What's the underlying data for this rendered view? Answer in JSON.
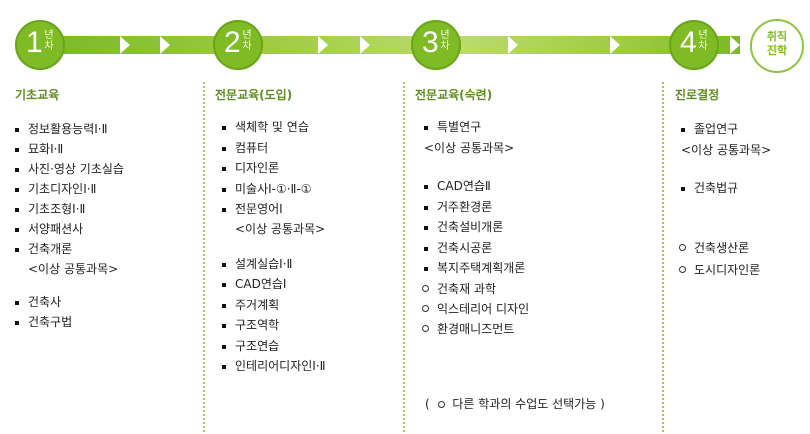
{
  "years": [
    {
      "num": "1",
      "unit": "년차"
    },
    {
      "num": "2",
      "unit": "년차"
    },
    {
      "num": "3",
      "unit": "년차"
    },
    {
      "num": "4",
      "unit": "년차"
    }
  ],
  "job": {
    "line1": "취직",
    "line2": "진학"
  },
  "columns": [
    {
      "title": "기초교육",
      "items": [
        {
          "text": "정보활용능력Ⅰ·Ⅱ",
          "bullet": "square"
        },
        {
          "text": "묘화Ⅰ·Ⅱ",
          "bullet": "square"
        },
        {
          "text": "사진·영상 기초실습",
          "bullet": "square"
        },
        {
          "text": "기초디자인Ⅰ·Ⅱ",
          "bullet": "square"
        },
        {
          "text": "기초조형Ⅰ·Ⅱ",
          "bullet": "square"
        },
        {
          "text": "서양패션사",
          "bullet": "square"
        },
        {
          "text": "건축개론",
          "bullet": "square"
        },
        {
          "text": "<이상 공통과목>",
          "bullet": "none"
        },
        {
          "text": "건축사",
          "bullet": "square"
        },
        {
          "text": "건축구법",
          "bullet": "square"
        }
      ]
    },
    {
      "title": "전문교육(도입)",
      "items": [
        {
          "text": "색체학 및 연습",
          "bullet": "square"
        },
        {
          "text": "컴퓨터",
          "bullet": "square"
        },
        {
          "text": "디자인론",
          "bullet": "square"
        },
        {
          "text": "미술사Ⅰ-①·Ⅱ-①",
          "bullet": "square"
        },
        {
          "text": "전문영어Ⅰ",
          "bullet": "square"
        },
        {
          "text": "<이상 공통과목>",
          "bullet": "none"
        },
        {
          "text": "설계실습Ⅰ·Ⅱ",
          "bullet": "square"
        },
        {
          "text": "CAD연습Ⅰ",
          "bullet": "square"
        },
        {
          "text": "주거계획",
          "bullet": "square"
        },
        {
          "text": "구조역학",
          "bullet": "square"
        },
        {
          "text": "구조연습",
          "bullet": "square"
        },
        {
          "text": "인테리어디자인Ⅰ·Ⅱ",
          "bullet": "square"
        }
      ]
    },
    {
      "title": "전문교육(숙련)",
      "items": [
        {
          "text": "특별연구",
          "bullet": "square"
        },
        {
          "text": "<이상 공통과목>",
          "bullet": "none"
        },
        {
          "text": "CAD연습Ⅱ",
          "bullet": "square"
        },
        {
          "text": "거주환경론",
          "bullet": "square"
        },
        {
          "text": "건축설비개론",
          "bullet": "square"
        },
        {
          "text": "건축시공론",
          "bullet": "square"
        },
        {
          "text": "복지주택계획개론",
          "bullet": "square"
        },
        {
          "text": "건축재 과학",
          "bullet": "circle"
        },
        {
          "text": "익스테리어 디자인",
          "bullet": "circle"
        },
        {
          "text": "환경매니즈먼트",
          "bullet": "circle"
        }
      ]
    },
    {
      "title": "진로결정",
      "items": [
        {
          "text": "졸업연구",
          "bullet": "square"
        },
        {
          "text": "<이상 공통과목>",
          "bullet": "none"
        },
        {
          "text": "건축법규",
          "bullet": "square"
        },
        {
          "text": "건축생산론",
          "bullet": "circle"
        },
        {
          "text": "도시디자인론",
          "bullet": "circle"
        }
      ]
    }
  ],
  "note": {
    "open": "(",
    "text": "다른 학과의 수업도 선택가능",
    "close": ")"
  }
}
